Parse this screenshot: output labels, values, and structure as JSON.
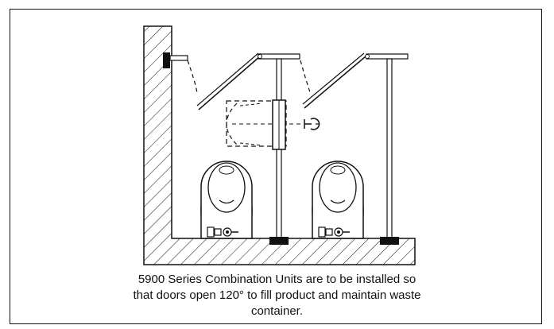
{
  "caption": {
    "line1": "5900 Series Combination Units are to be installed so",
    "line2": "that doors open 120° to fill product and maintain waste",
    "line3": "container."
  },
  "icons": {
    "door_swing": "door-swing-arc-icon",
    "mirror_symbol": "mirror-symbol-icon"
  },
  "colors": {
    "ink": "#111111",
    "background": "#ffffff"
  }
}
